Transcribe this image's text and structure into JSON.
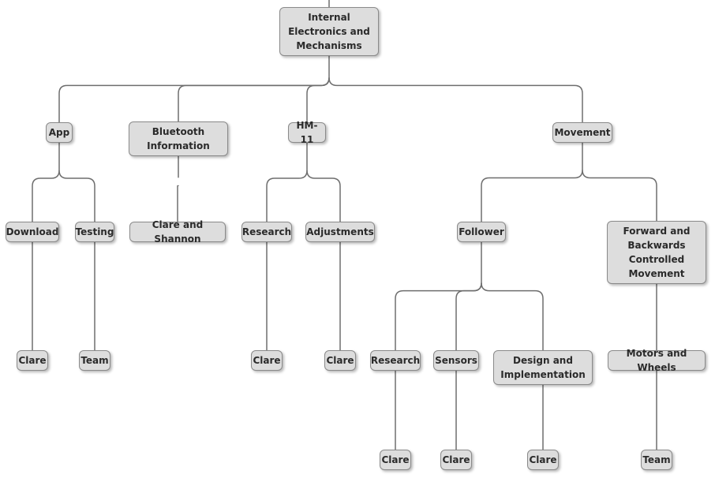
{
  "diagram": {
    "root": {
      "id": "internal",
      "label": "Internal\nElectronics and\nMechanisms"
    },
    "nodes": [
      {
        "id": "app",
        "label": "App",
        "parent": "internal"
      },
      {
        "id": "bluetooth",
        "label": "Bluetooth\nInformation",
        "parent": "internal"
      },
      {
        "id": "hm11",
        "label": "HM-11",
        "parent": "internal"
      },
      {
        "id": "movement",
        "label": "Movement",
        "parent": "internal"
      },
      {
        "id": "download",
        "label": "Download",
        "parent": "app"
      },
      {
        "id": "testing",
        "label": "Testing",
        "parent": "app"
      },
      {
        "id": "clare_shannon",
        "label": "Clare and Shannon",
        "parent": "bluetooth"
      },
      {
        "id": "hm_research",
        "label": "Research",
        "parent": "hm11"
      },
      {
        "id": "adjustments",
        "label": "Adjustments",
        "parent": "hm11"
      },
      {
        "id": "follower",
        "label": "Follower",
        "parent": "movement"
      },
      {
        "id": "forward",
        "label": "Forward and\nBackwards\nControlled\nMovement",
        "parent": "movement"
      },
      {
        "id": "download_owner",
        "label": "Clare",
        "parent": "download"
      },
      {
        "id": "testing_owner",
        "label": "Team",
        "parent": "testing"
      },
      {
        "id": "hm_research_owner",
        "label": "Clare",
        "parent": "hm_research"
      },
      {
        "id": "adjustments_owner",
        "label": "Clare",
        "parent": "adjustments"
      },
      {
        "id": "f_research",
        "label": "Research",
        "parent": "follower"
      },
      {
        "id": "sensors",
        "label": "Sensors",
        "parent": "follower"
      },
      {
        "id": "design",
        "label": "Design and\nImplementation",
        "parent": "follower"
      },
      {
        "id": "motors",
        "label": "Motors and Wheels",
        "parent": "forward"
      },
      {
        "id": "f_research_owner",
        "label": "Clare",
        "parent": "f_research"
      },
      {
        "id": "sensors_owner",
        "label": "Clare",
        "parent": "sensors"
      },
      {
        "id": "design_owner",
        "label": "Clare",
        "parent": "design"
      },
      {
        "id": "motors_owner",
        "label": "Team",
        "parent": "motors"
      }
    ]
  },
  "colors": {
    "node_fill": "#dddddd",
    "node_border": "#8a8a8a",
    "connector": "#6e6e6e",
    "text": "#2a2a2a"
  }
}
